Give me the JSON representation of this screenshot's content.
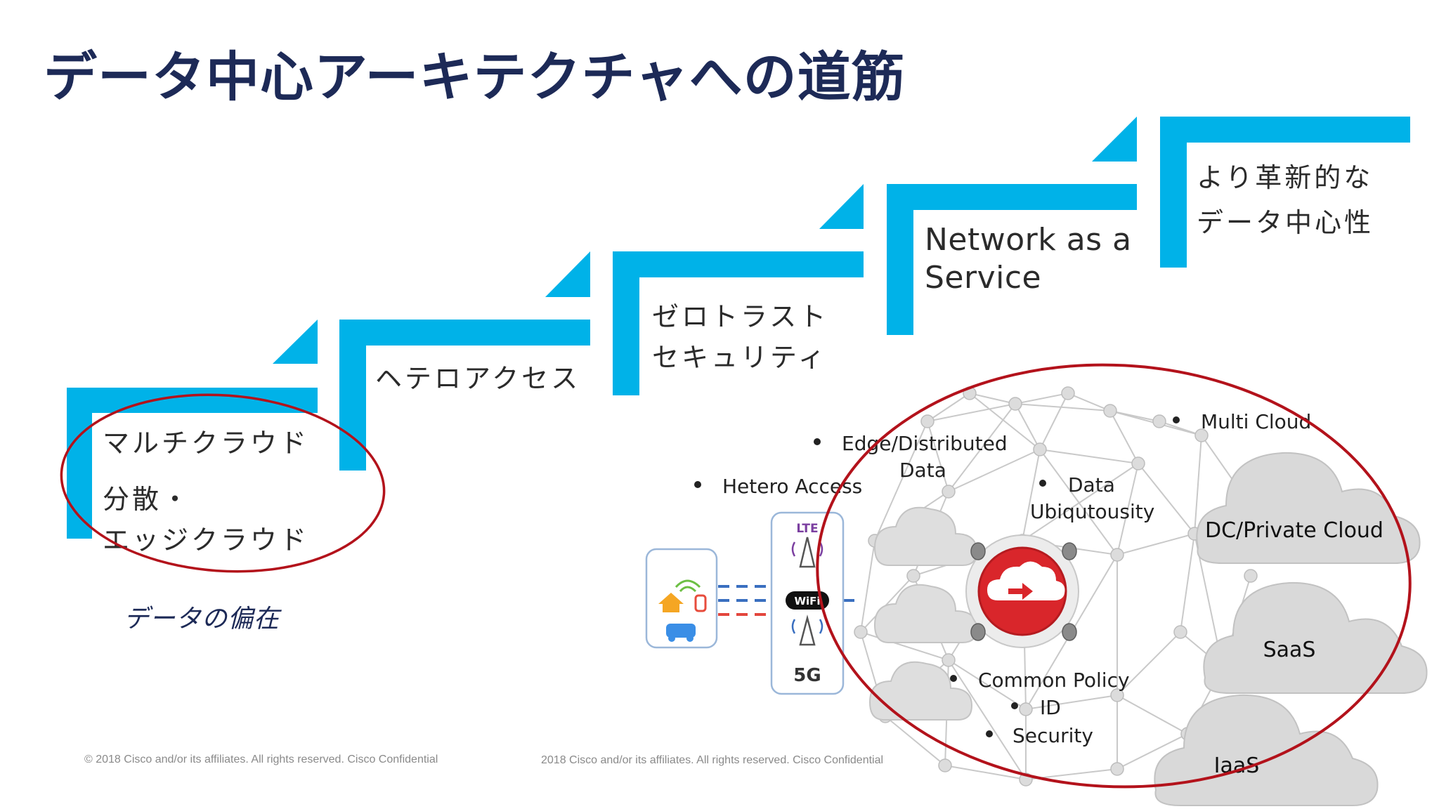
{
  "slide": {
    "title": "データ中心アーキテクチャへの道筋",
    "steps": [
      {
        "lines": [
          "マルチクラウド",
          "分散・",
          "エッジクラウド"
        ]
      },
      {
        "lines": [
          "ヘテロアクセス"
        ]
      },
      {
        "lines": [
          "ゼロトラスト",
          "セキュリティ"
        ]
      },
      {
        "lines": [
          "Network as a",
          "Service"
        ]
      },
      {
        "lines": [
          "より革新的な",
          "データ中心性"
        ]
      }
    ],
    "ubiquity_caption": "データの偏在",
    "footer_left": "© 2018  Cisco and/or its affiliates. All rights reserved.   Cisco Confidential",
    "footer_right": "2018  Cisco and/or its affiliates. All rights reserved.   Cisco Confidential"
  },
  "diagram": {
    "bullets": {
      "hetero": "Hetero Access",
      "edge_line1": "Edge/Distributed",
      "edge_line2": "Data",
      "data_line1": "Data",
      "data_line2": "Ubiqutousity",
      "multi": "Multi Cloud",
      "policy": "Common Policy",
      "id": "ID",
      "security": "Security"
    },
    "clouds": {
      "dc": "DC/Private Cloud",
      "saas": "SaaS",
      "iaas": "IaaS"
    },
    "access_panel": {
      "lte": "LTE",
      "wifi": "WiFi",
      "g5": "5G"
    },
    "colors": {
      "step_blue": "#00b2e8",
      "circle_red": "#b3121b",
      "title_navy": "#1d2a57",
      "cloud_gray": "#d8d8d8",
      "hub_red": "#d9262b"
    }
  }
}
